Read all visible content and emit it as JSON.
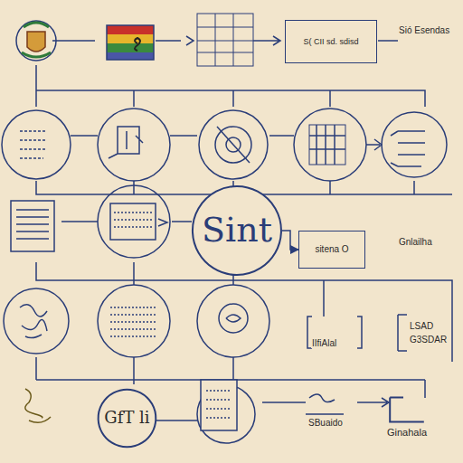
{
  "diagram": {
    "nodes": [
      {
        "text": [
          "S( CII sd. sdisd"
        ]
      },
      {
        "text": [
          "Sint"
        ]
      },
      {
        "text": [
          "sitena O"
        ]
      },
      {
        "text": [
          "GfT li"
        ]
      },
      {
        "text": [
          "Ginahala"
        ]
      }
    ],
    "edges": [
      {
        "from": 1,
        "to": 2,
        "arrow": "to"
      }
    ],
    "labels": [
      "Sió Esendas",
      "Gnlailha",
      "IIfiAlal",
      "LSAD",
      "G3SDAR",
      "SBuaido"
    ]
  }
}
